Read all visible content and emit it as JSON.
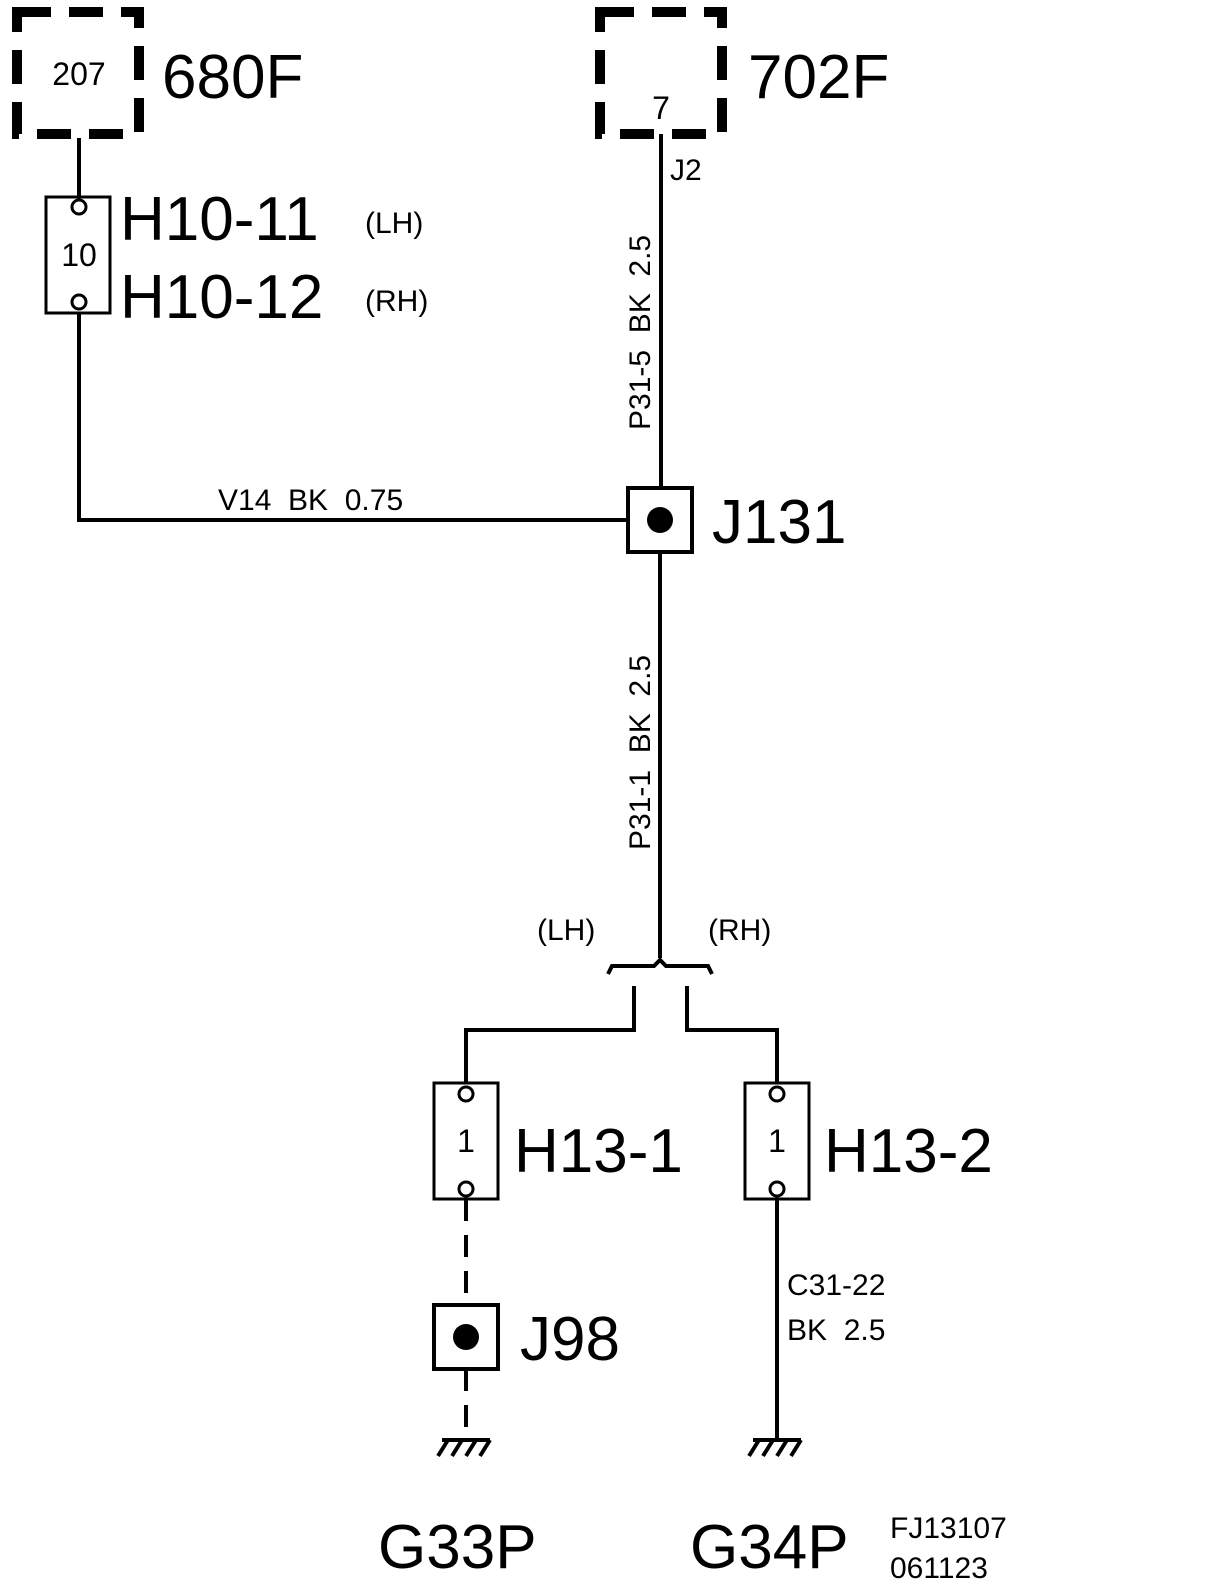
{
  "modules": {
    "m680": {
      "pin": "207",
      "name": "680F"
    },
    "m702": {
      "pin": "7",
      "name": "702F",
      "connector": "J2"
    }
  },
  "connectors": {
    "h10": {
      "pin": "10",
      "name_lh": "H10-11",
      "name_rh": "H10-12",
      "side_lh": "(LH)",
      "side_rh": "(RH)"
    },
    "h13_1": {
      "pin": "1",
      "name": "H13-1"
    },
    "h13_2": {
      "pin": "1",
      "name": "H13-2"
    }
  },
  "splices": {
    "j131": "J131",
    "j98": "J98"
  },
  "wires": {
    "v14": "V14  BK  0.75",
    "p31_5": "P31-5  BK  2.5",
    "p31_1": "P31-1  BK  2.5",
    "c31_22_line1": "C31-22",
    "c31_22_line2": "BK  2.5"
  },
  "branch": {
    "lh": "(LH)",
    "rh": "(RH)"
  },
  "grounds": {
    "g33p": "G33P",
    "g34p": "G34P"
  },
  "footer": {
    "code": "FJ13107",
    "date": "061123"
  }
}
